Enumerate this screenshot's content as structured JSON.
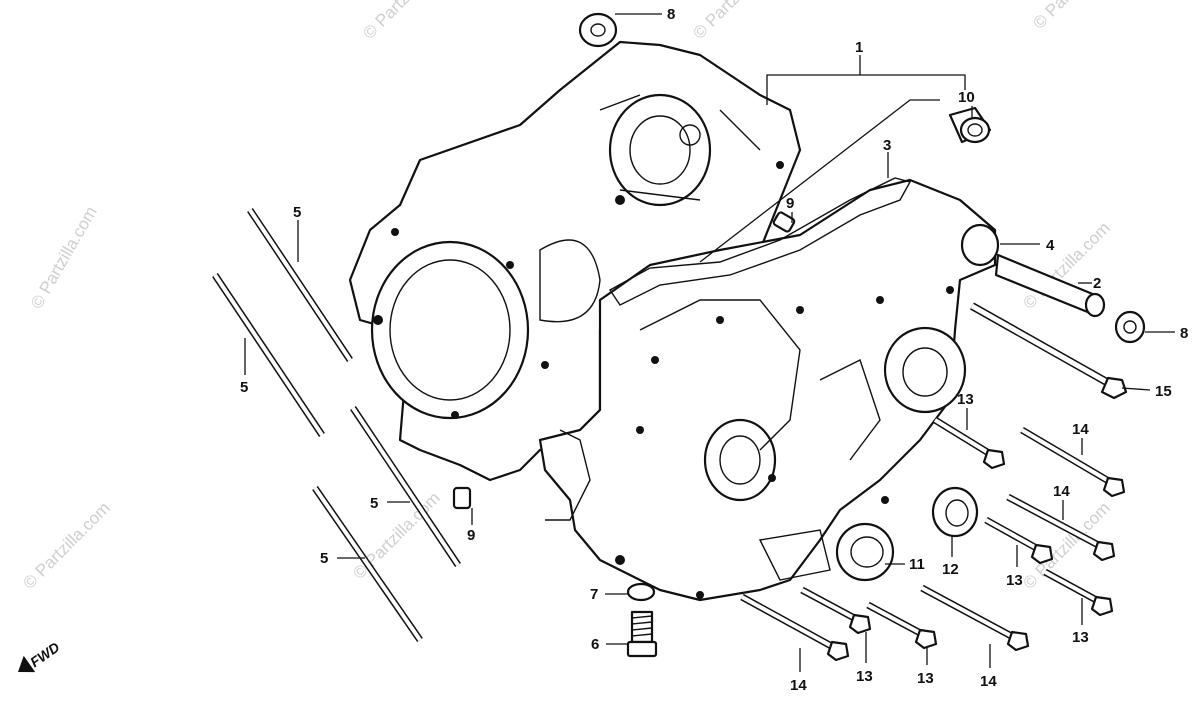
{
  "watermark": "© Partzilla.com",
  "fwd_label": "FWD",
  "callouts": {
    "c1": "1",
    "c2": "2",
    "c3": "3",
    "c4": "4",
    "c5a": "5",
    "c5b": "5",
    "c5c": "5",
    "c5d": "5",
    "c6": "6",
    "c7": "7",
    "c8a": "8",
    "c8b": "8",
    "c9a": "9",
    "c9b": "9",
    "c10": "10",
    "c11": "11",
    "c12": "12",
    "c13a": "13",
    "c13b": "13",
    "c13c": "13",
    "c13d": "13",
    "c13e": "13",
    "c14a": "14",
    "c14b": "14",
    "c14c": "14",
    "c14d": "14",
    "c15": "15"
  }
}
